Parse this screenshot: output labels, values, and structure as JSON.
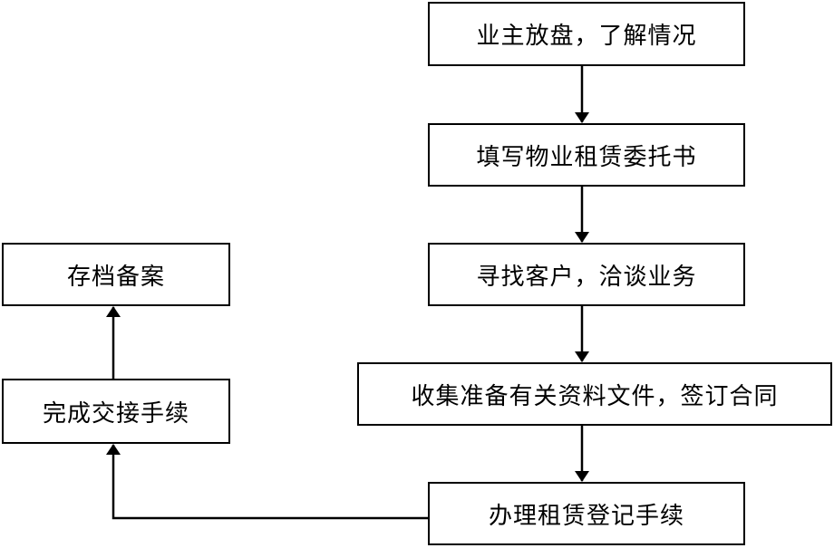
{
  "diagram": {
    "nodes": [
      {
        "id": "n1",
        "label": "业主放盘，了解情况"
      },
      {
        "id": "n2",
        "label": "填写物业租赁委托书"
      },
      {
        "id": "n3",
        "label": "寻找客户，洽谈业务"
      },
      {
        "id": "n4",
        "label": "收集准备有关资料文件，签订合同"
      },
      {
        "id": "n5",
        "label": "办理租赁登记手续"
      },
      {
        "id": "n6",
        "label": "存档备案"
      },
      {
        "id": "n7",
        "label": "完成交接手续"
      }
    ],
    "edges": [
      {
        "from": "n1",
        "to": "n2"
      },
      {
        "from": "n2",
        "to": "n3"
      },
      {
        "from": "n3",
        "to": "n4"
      },
      {
        "from": "n4",
        "to": "n5"
      },
      {
        "from": "n5",
        "to": "n7"
      },
      {
        "from": "n7",
        "to": "n6"
      }
    ]
  }
}
